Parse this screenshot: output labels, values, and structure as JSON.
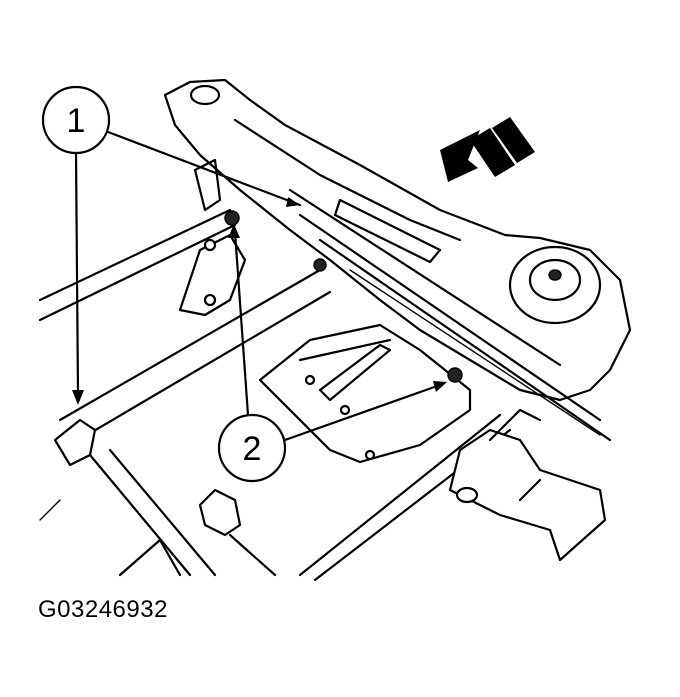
{
  "figure_id": "G03246932",
  "callouts": [
    {
      "label": "1"
    },
    {
      "label": "2"
    }
  ],
  "icons": [
    "direction-arrow-icon"
  ]
}
